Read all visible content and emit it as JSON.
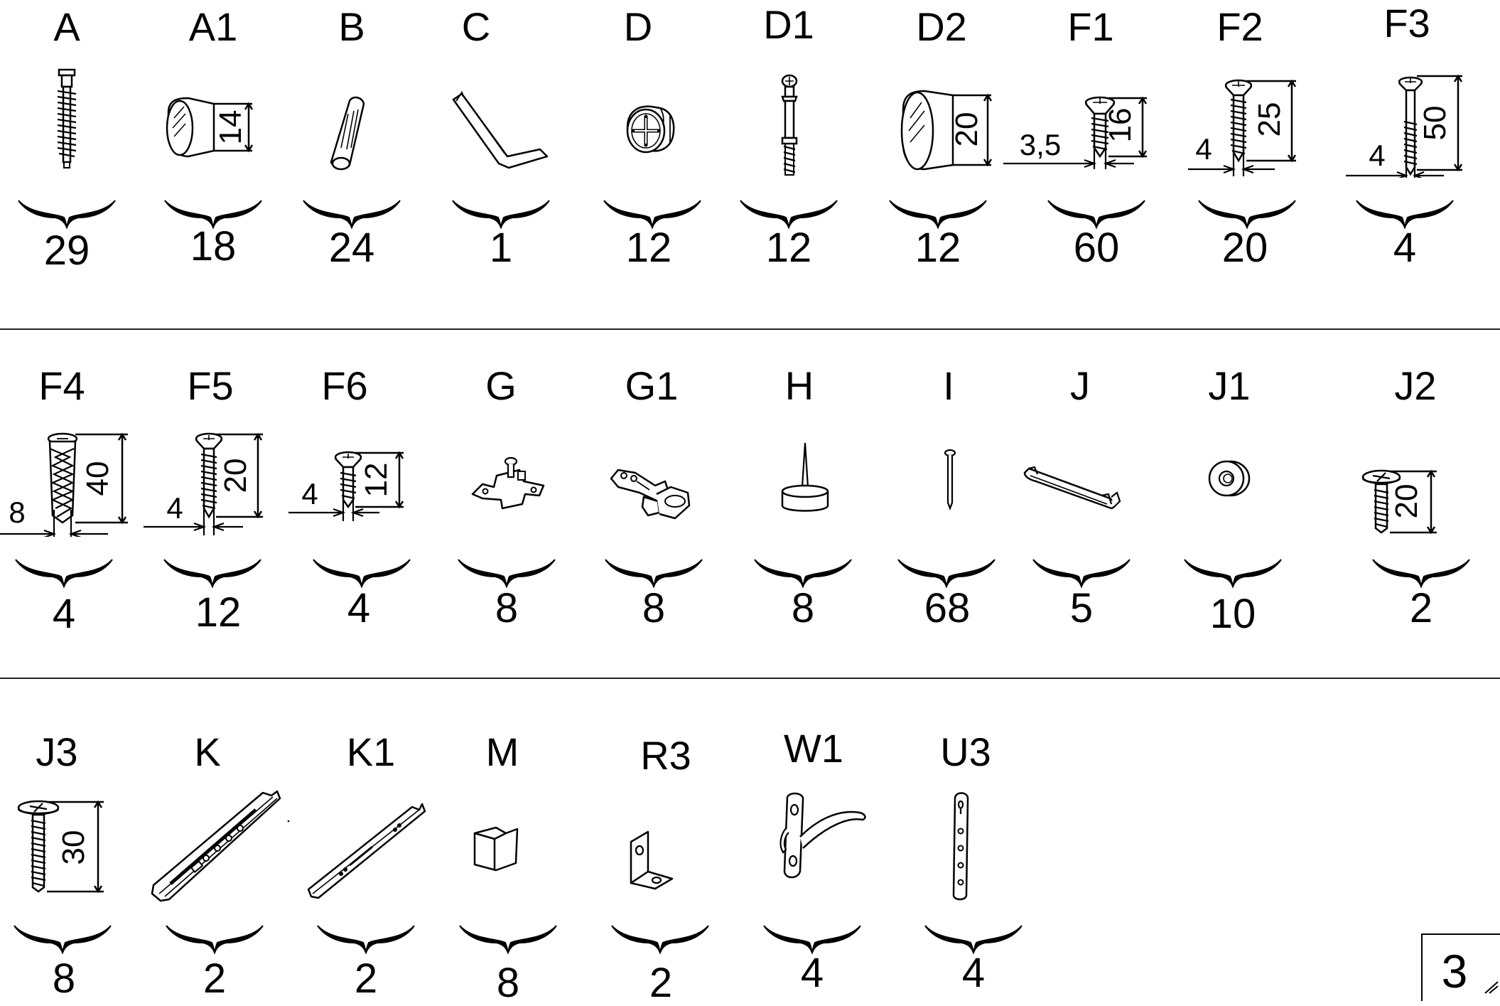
{
  "rows": [
    {
      "parts": [
        {
          "id": "A",
          "qty": "29",
          "icon": "confirmat-screw-icon",
          "dims": []
        },
        {
          "id": "A1",
          "qty": "18",
          "icon": "cover-cap-icon",
          "dims": [
            "14"
          ]
        },
        {
          "id": "B",
          "qty": "24",
          "icon": "wooden-dowel-icon",
          "dims": []
        },
        {
          "id": "C",
          "qty": "1",
          "icon": "hex-key-icon",
          "dims": []
        },
        {
          "id": "D",
          "qty": "12",
          "icon": "cam-lock-icon",
          "dims": []
        },
        {
          "id": "D1",
          "qty": "12",
          "icon": "cam-bolt-icon",
          "dims": []
        },
        {
          "id": "D2",
          "qty": "12",
          "icon": "cover-cap-icon",
          "dims": [
            "20"
          ]
        },
        {
          "id": "F1",
          "qty": "60",
          "icon": "wood-screw-icon",
          "dims": [
            "16",
            "3,5"
          ]
        },
        {
          "id": "F2",
          "qty": "20",
          "icon": "wood-screw-icon",
          "dims": [
            "25",
            "4"
          ]
        },
        {
          "id": "F3",
          "qty": "4",
          "icon": "long-wood-screw-icon",
          "dims": [
            "50",
            "4"
          ]
        }
      ]
    },
    {
      "parts": [
        {
          "id": "F4",
          "qty": "4",
          "icon": "wall-plug-icon",
          "dims": [
            "40",
            "8"
          ]
        },
        {
          "id": "F5",
          "qty": "12",
          "icon": "wood-screw-icon",
          "dims": [
            "20",
            "4"
          ]
        },
        {
          "id": "F6",
          "qty": "4",
          "icon": "short-wood-screw-icon",
          "dims": [
            "12",
            "4"
          ]
        },
        {
          "id": "G",
          "qty": "8",
          "icon": "hinge-mounting-plate-icon",
          "dims": []
        },
        {
          "id": "G1",
          "qty": "8",
          "icon": "cabinet-hinge-icon",
          "dims": []
        },
        {
          "id": "H",
          "qty": "8",
          "icon": "furniture-glide-icon",
          "dims": []
        },
        {
          "id": "I",
          "qty": "68",
          "icon": "nail-icon",
          "dims": []
        },
        {
          "id": "J",
          "qty": "5",
          "icon": "handle-icon",
          "dims": []
        },
        {
          "id": "J1",
          "qty": "10",
          "icon": "ring-spacer-icon",
          "dims": []
        },
        {
          "id": "J2",
          "qty": "2",
          "icon": "handle-screw-icon",
          "dims": [
            "20"
          ]
        }
      ]
    },
    {
      "parts": [
        {
          "id": "J3",
          "qty": "8",
          "icon": "handle-screw-icon",
          "dims": [
            "30"
          ]
        },
        {
          "id": "K",
          "qty": "2",
          "icon": "drawer-slide-icon",
          "dims": []
        },
        {
          "id": "K1",
          "qty": "2",
          "icon": "drawer-slide-icon",
          "dims": []
        },
        {
          "id": "M",
          "qty": "8",
          "icon": "corner-block-icon",
          "dims": []
        },
        {
          "id": "R3",
          "qty": "2",
          "icon": "angle-bracket-icon",
          "dims": []
        },
        {
          "id": "W1",
          "qty": "4",
          "icon": "coat-hook-icon",
          "dims": []
        },
        {
          "id": "U3",
          "qty": "4",
          "icon": "hanging-strip-icon",
          "dims": []
        }
      ]
    }
  ],
  "page_number": "3"
}
